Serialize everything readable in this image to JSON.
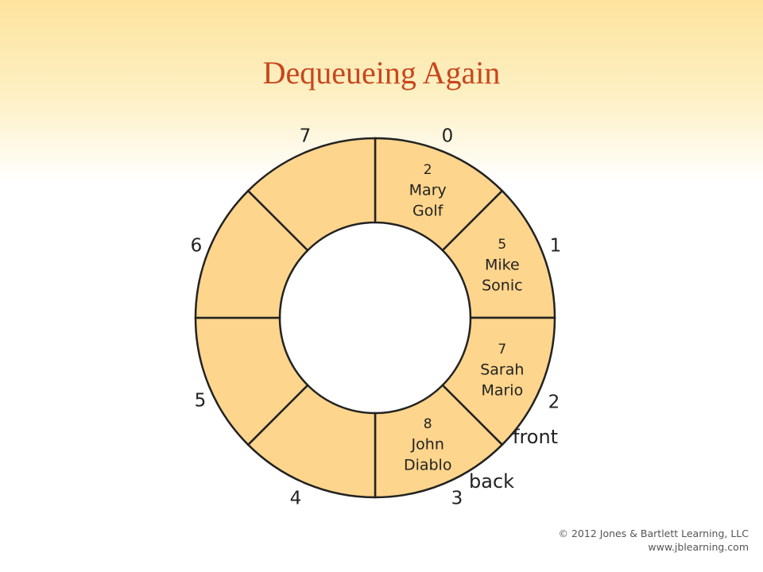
{
  "title": "Dequeueing Again",
  "queue": {
    "slots": [
      {
        "index": "0",
        "lines": [
          "2",
          "Mary",
          "Golf"
        ]
      },
      {
        "index": "1",
        "lines": [
          "5",
          "Mike",
          "Sonic"
        ]
      },
      {
        "index": "2",
        "lines": [
          "7",
          "Sarah",
          "Mario"
        ]
      },
      {
        "index": "3",
        "lines": [
          "8",
          "John",
          "Diablo"
        ]
      },
      {
        "index": "4",
        "lines": []
      },
      {
        "index": "5",
        "lines": []
      },
      {
        "index": "6",
        "lines": []
      },
      {
        "index": "7",
        "lines": []
      }
    ],
    "front_label": "front",
    "back_label": "back"
  },
  "colors": {
    "ring_fill": "#fdd58c",
    "stroke": "#222222",
    "title": "#c8461c"
  },
  "copyright": {
    "line1": "© 2012 Jones & Bartlett Learning, LLC",
    "line2": "www.jblearning.com"
  }
}
